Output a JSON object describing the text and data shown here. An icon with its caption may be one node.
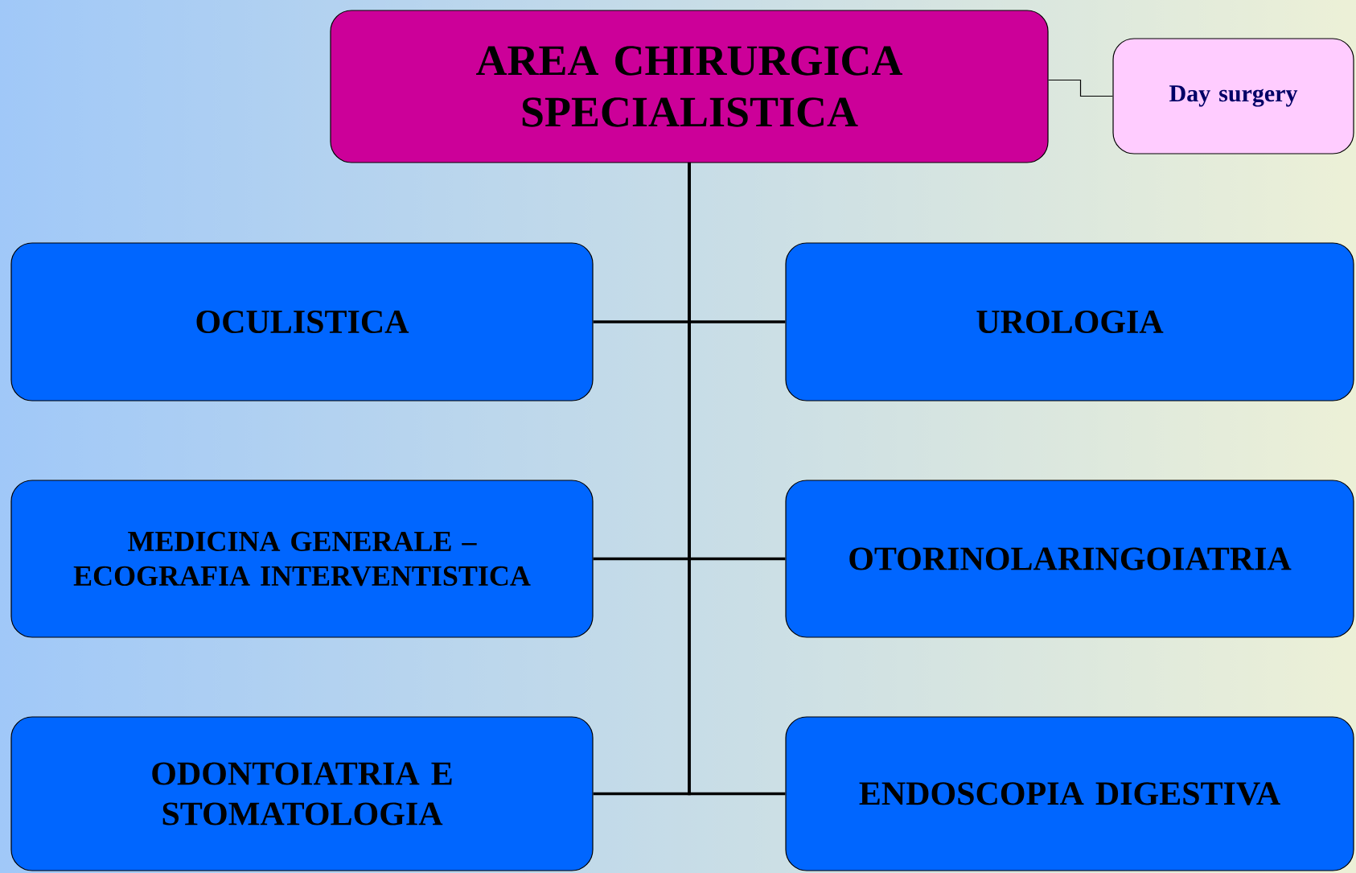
{
  "diagram": {
    "nodes": [
      {
        "text": [
          "AREA  CHIRURGICA SPECIALISTICA"
        ]
      },
      {
        "text": [
          "Day surgery"
        ]
      },
      {
        "text": [
          "OCULISTICA"
        ]
      },
      {
        "text": [
          "UROLOGIA"
        ]
      },
      {
        "text": [
          "MEDICINA GENERALE – ECOGRAFIA INTERVENTISTICA"
        ]
      },
      {
        "text": [
          "OTORINOLARINGOIATRIA"
        ]
      },
      {
        "text": [
          "ODONTOIATRIA E STOMATOLOGIA"
        ]
      },
      {
        "text": [
          "ENDOSCOPIA DIGESTIVA"
        ]
      }
    ],
    "edges": [
      {
        "from": 0,
        "to": 1,
        "arrow": "none"
      },
      {
        "from": 0,
        "to": 2,
        "arrow": "none"
      },
      {
        "from": 0,
        "to": 3,
        "arrow": "none"
      },
      {
        "from": 0,
        "to": 4,
        "arrow": "none"
      },
      {
        "from": 0,
        "to": 5,
        "arrow": "none"
      },
      {
        "from": 0,
        "to": 6,
        "arrow": "none"
      },
      {
        "from": 0,
        "to": 7,
        "arrow": "none"
      }
    ]
  }
}
